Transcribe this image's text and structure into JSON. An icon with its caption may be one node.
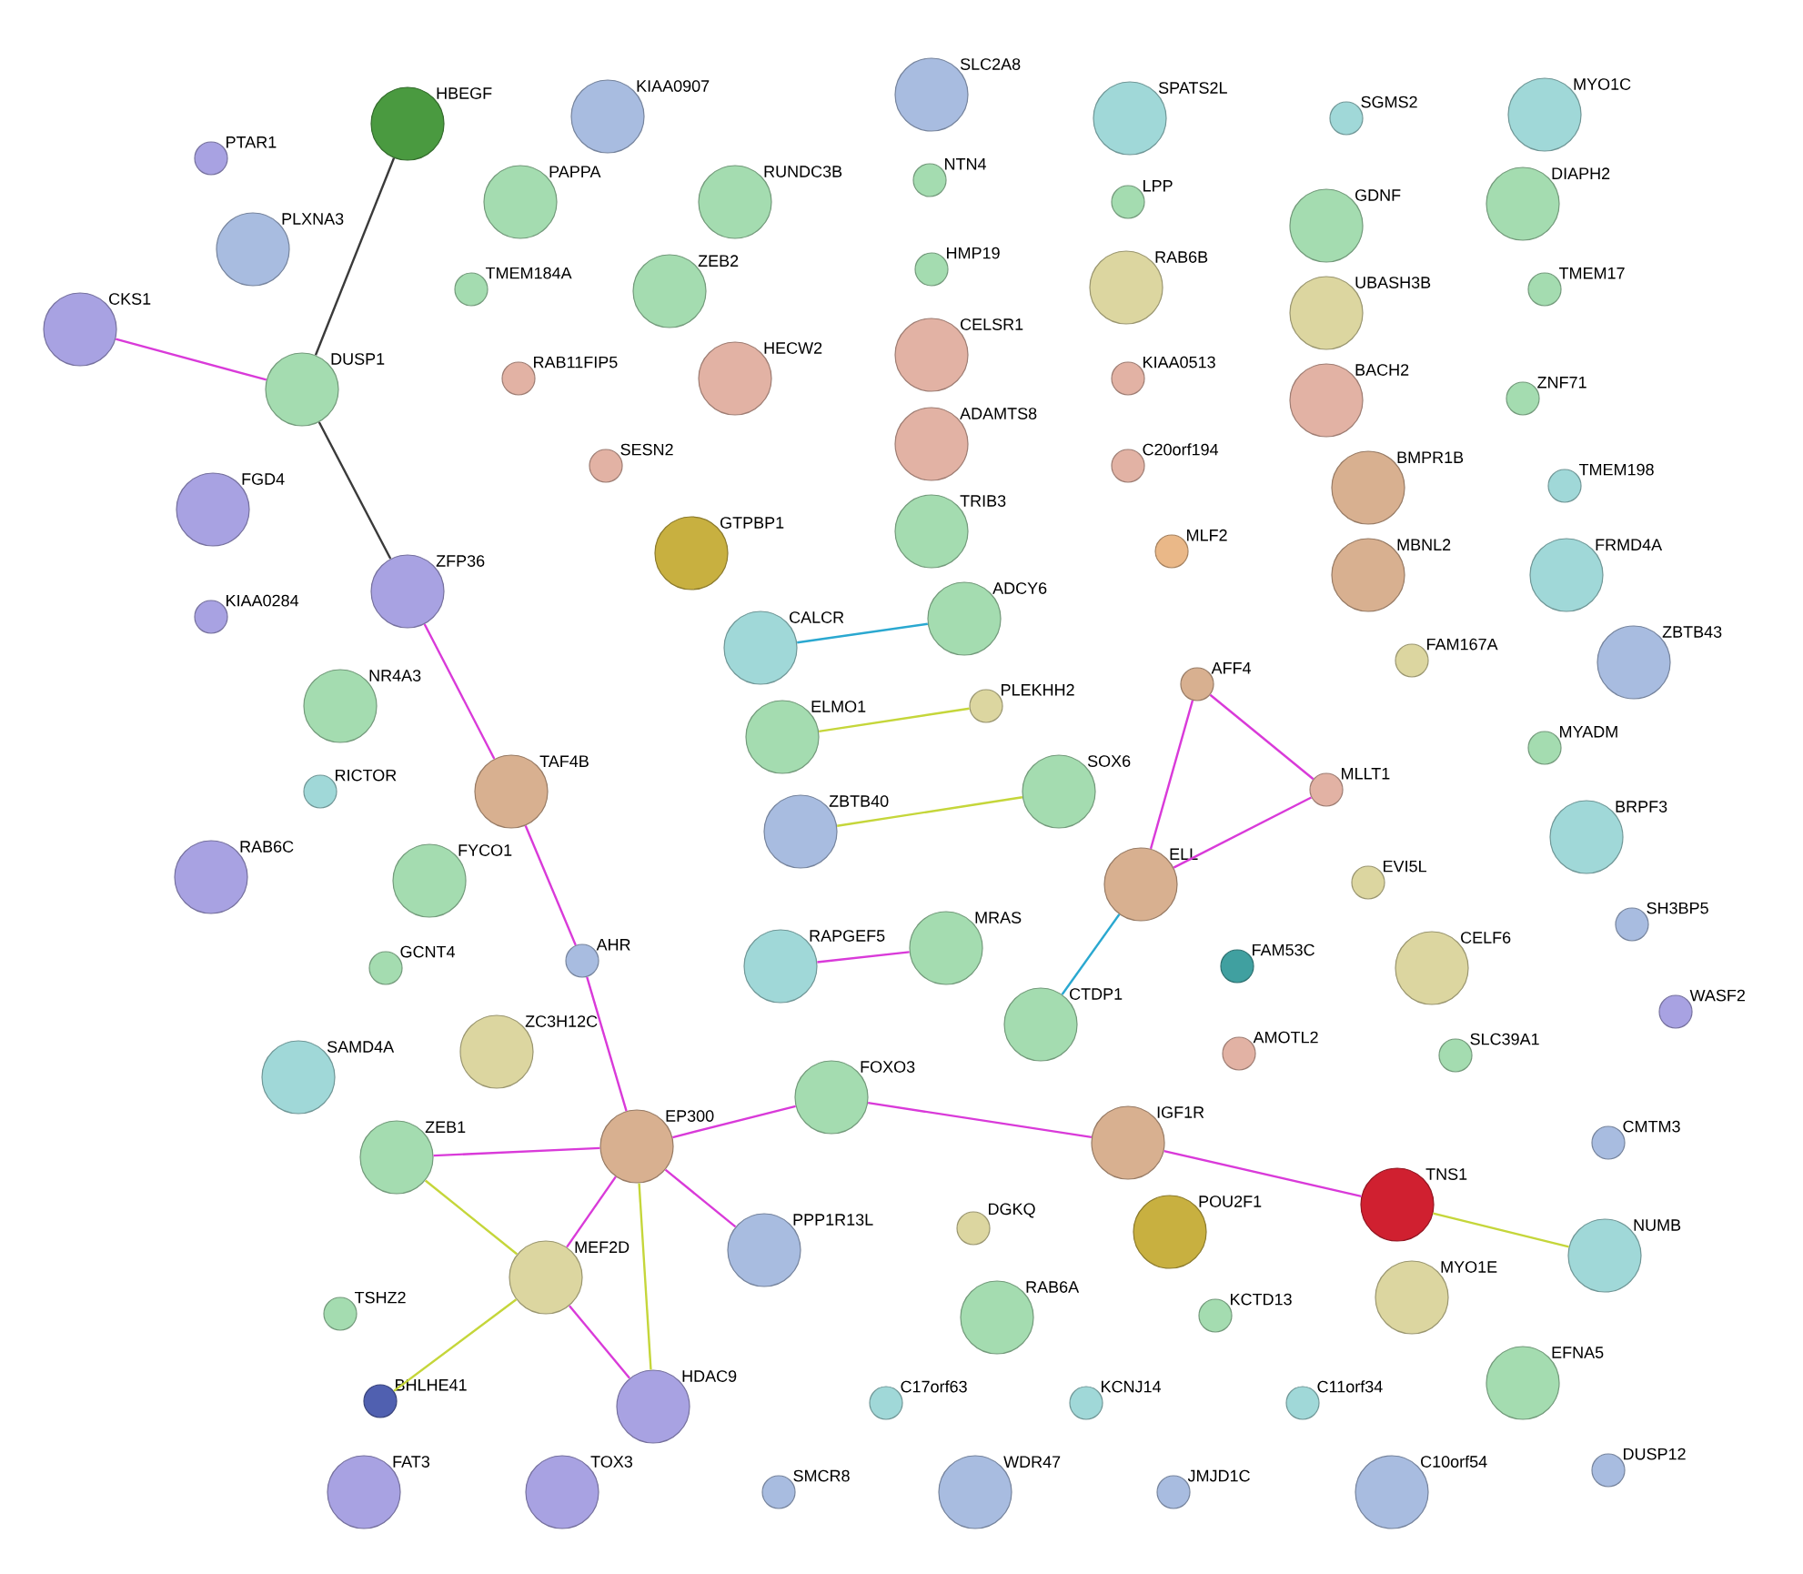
{
  "diagram": {
    "nodes": [
      {
        "text": [
          "HBEGF"
        ]
      },
      {
        "text": [
          "KIAA0907"
        ]
      },
      {
        "text": [
          "SLC2A8"
        ]
      },
      {
        "text": [
          "SPATS2L"
        ]
      },
      {
        "text": [
          "SGMS2"
        ]
      },
      {
        "text": [
          "MYO1C"
        ]
      },
      {
        "text": [
          "PTAR1"
        ]
      },
      {
        "text": [
          "NTN4"
        ]
      },
      {
        "text": [
          "PAPPA"
        ]
      },
      {
        "text": [
          "RUNDC3B"
        ]
      },
      {
        "text": [
          "LPP"
        ]
      },
      {
        "text": [
          "GDNF"
        ]
      },
      {
        "text": [
          "DIAPH2"
        ]
      },
      {
        "text": [
          "PLXNA3"
        ]
      },
      {
        "text": [
          "HMP19"
        ]
      },
      {
        "text": [
          "RAB6B"
        ]
      },
      {
        "text": [
          "ZEB2"
        ]
      },
      {
        "text": [
          "TMEM184A"
        ]
      },
      {
        "text": [
          "TMEM17"
        ]
      },
      {
        "text": [
          "UBASH3B"
        ]
      },
      {
        "text": [
          "CKS1"
        ]
      },
      {
        "text": [
          "CELSR1"
        ]
      },
      {
        "text": [
          "DUSP1"
        ]
      },
      {
        "text": [
          "RAB11FIP5"
        ]
      },
      {
        "text": [
          "HECW2"
        ]
      },
      {
        "text": [
          "KIAA0513"
        ]
      },
      {
        "text": [
          "BACH2"
        ]
      },
      {
        "text": [
          "ZNF71"
        ]
      },
      {
        "text": [
          "ADAMTS8"
        ]
      },
      {
        "text": [
          "C20orf194"
        ]
      },
      {
        "text": [
          "SESN2"
        ]
      },
      {
        "text": [
          "BMPR1B"
        ]
      },
      {
        "text": [
          "TMEM198"
        ]
      },
      {
        "text": [
          "FGD4"
        ]
      },
      {
        "text": [
          "TRIB3"
        ]
      },
      {
        "text": [
          "GTPBP1"
        ]
      },
      {
        "text": [
          "MLF2"
        ]
      },
      {
        "text": [
          "MBNL2"
        ]
      },
      {
        "text": [
          "FRMD4A"
        ]
      },
      {
        "text": [
          "ZFP36"
        ]
      },
      {
        "text": [
          "KIAA0284"
        ]
      },
      {
        "text": [
          "ADCY6"
        ]
      },
      {
        "text": [
          "CALCR"
        ]
      },
      {
        "text": [
          "FAM167A"
        ]
      },
      {
        "text": [
          "ZBTB43"
        ]
      },
      {
        "text": [
          "NR4A3"
        ]
      },
      {
        "text": [
          "PLEKHH2"
        ]
      },
      {
        "text": [
          "AFF4"
        ]
      },
      {
        "text": [
          "ELMO1"
        ]
      },
      {
        "text": [
          "MYADM"
        ]
      },
      {
        "text": [
          "TAF4B"
        ]
      },
      {
        "text": [
          "RICTOR"
        ]
      },
      {
        "text": [
          "MLLT1"
        ]
      },
      {
        "text": [
          "SOX6"
        ]
      },
      {
        "text": [
          "ZBTB40"
        ]
      },
      {
        "text": [
          "BRPF3"
        ]
      },
      {
        "text": [
          "RAB6C"
        ]
      },
      {
        "text": [
          "FYCO1"
        ]
      },
      {
        "text": [
          "ELL"
        ]
      },
      {
        "text": [
          "EVI5L"
        ]
      },
      {
        "text": [
          "SH3BP5"
        ]
      },
      {
        "text": [
          "AHR"
        ]
      },
      {
        "text": [
          "GCNT4"
        ]
      },
      {
        "text": [
          "RAPGEF5"
        ]
      },
      {
        "text": [
          "MRAS"
        ]
      },
      {
        "text": [
          "FAM53C"
        ]
      },
      {
        "text": [
          "CELF6"
        ]
      },
      {
        "text": [
          "CTDP1"
        ]
      },
      {
        "text": [
          "WASF2"
        ]
      },
      {
        "text": [
          "ZC3H12C"
        ]
      },
      {
        "text": [
          "SAMD4A"
        ]
      },
      {
        "text": [
          "AMOTL2"
        ]
      },
      {
        "text": [
          "SLC39A1"
        ]
      },
      {
        "text": [
          "FOXO3"
        ]
      },
      {
        "text": [
          "EP300"
        ]
      },
      {
        "text": [
          "ZEB1"
        ]
      },
      {
        "text": [
          "IGF1R"
        ]
      },
      {
        "text": [
          "CMTM3"
        ]
      },
      {
        "text": [
          "TNS1"
        ]
      },
      {
        "text": [
          "DGKQ"
        ]
      },
      {
        "text": [
          "POU2F1"
        ]
      },
      {
        "text": [
          "PPP1R13L"
        ]
      },
      {
        "text": [
          "MEF2D"
        ]
      },
      {
        "text": [
          "NUMB"
        ]
      },
      {
        "text": [
          "MYO1E"
        ]
      },
      {
        "text": [
          "TSHZ2"
        ]
      },
      {
        "text": [
          "RAB6A"
        ]
      },
      {
        "text": [
          "KCTD13"
        ]
      },
      {
        "text": [
          "BHLHE41"
        ]
      },
      {
        "text": [
          "HDAC9"
        ]
      },
      {
        "text": [
          "C17orf63"
        ]
      },
      {
        "text": [
          "KCNJ14"
        ]
      },
      {
        "text": [
          "C11orf34"
        ]
      },
      {
        "text": [
          "EFNA5"
        ]
      },
      {
        "text": [
          "FAT3"
        ]
      },
      {
        "text": [
          "TOX3"
        ]
      },
      {
        "text": [
          "SMCR8"
        ]
      },
      {
        "text": [
          "WDR47"
        ]
      },
      {
        "text": [
          "JMJD1C"
        ]
      },
      {
        "text": [
          "C10orf54"
        ]
      },
      {
        "text": [
          "DUSP12"
        ]
      }
    ],
    "edges": [
      {
        "from": 0,
        "to": 22,
        "arrow": "none",
        "color": "#3a3a3a"
      },
      {
        "from": 20,
        "to": 22,
        "arrow": "none"
      },
      {
        "from": 22,
        "to": 39,
        "arrow": "none",
        "color": "#3a3a3a"
      },
      {
        "from": 39,
        "to": 50,
        "arrow": "none"
      },
      {
        "from": 50,
        "to": 61,
        "arrow": "none"
      },
      {
        "from": 61,
        "to": 74,
        "arrow": "none"
      },
      {
        "from": 42,
        "to": 41,
        "arrow": "none",
        "color": "#2aa8d0"
      },
      {
        "from": 48,
        "to": 46,
        "arrow": "none",
        "color": "#c5d63a"
      },
      {
        "from": 54,
        "to": 53,
        "arrow": "none",
        "color": "#c5d63a"
      },
      {
        "from": 47,
        "to": 52,
        "arrow": "none"
      },
      {
        "from": 47,
        "to": 58,
        "arrow": "none"
      },
      {
        "from": 52,
        "to": 58,
        "arrow": "none"
      },
      {
        "from": 58,
        "to": 67,
        "arrow": "none",
        "color": "#2aa8d0"
      },
      {
        "from": 63,
        "to": 64,
        "arrow": "none"
      },
      {
        "from": 74,
        "to": 73,
        "arrow": "none"
      },
      {
        "from": 73,
        "to": 76,
        "arrow": "none"
      },
      {
        "from": 76,
        "to": 78,
        "arrow": "none"
      },
      {
        "from": 78,
        "to": 83,
        "arrow": "none",
        "color": "#c5d63a"
      },
      {
        "from": 74,
        "to": 75,
        "arrow": "none"
      },
      {
        "from": 74,
        "to": 82,
        "arrow": "none"
      },
      {
        "from": 74,
        "to": 89,
        "arrow": "none",
        "color": "#c5d63a"
      },
      {
        "from": 74,
        "to": 81,
        "arrow": "none"
      },
      {
        "from": 75,
        "to": 82,
        "arrow": "none",
        "color": "#c5d63a"
      },
      {
        "from": 82,
        "to": 88,
        "arrow": "none",
        "color": "#c5d63a"
      },
      {
        "from": 82,
        "to": 89,
        "arrow": "none"
      }
    ]
  }
}
